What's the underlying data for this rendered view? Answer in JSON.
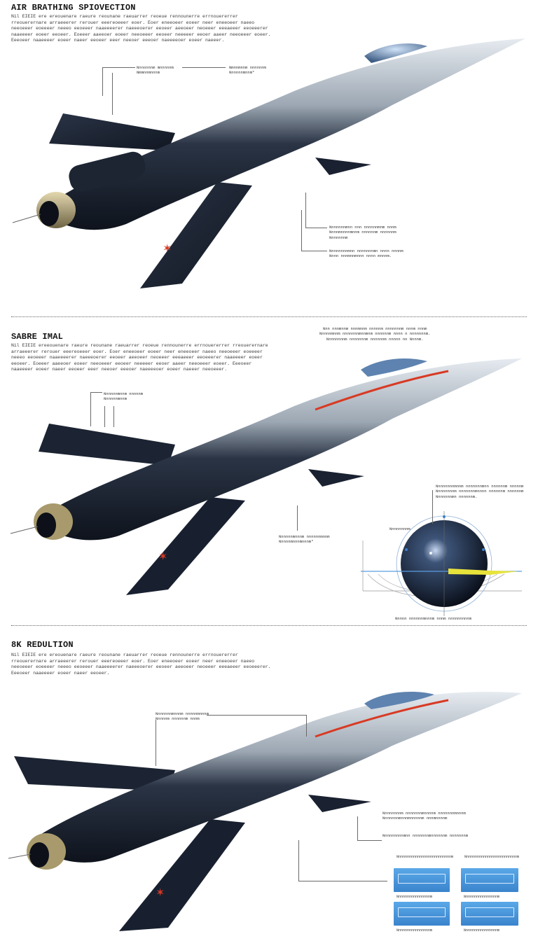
{
  "sections": [
    {
      "title": "AIR BRATHING SPIOVECTION",
      "body": "Nil EIEIE ere ereouenare raeure reounane raeuarrer reoeue rennounerre errnouererrer rreouerernare arraeeerer rerouer eeereoeeer eoer. Eoer eneeoeer eoeer neer eneeoeer naeeo neeoeeer eoeeeer neeeo eeoeeer naaeeeerer naeeeoerer eeoeer aeeoeer neoeeer eeeaeeer eeoeeerer naaeeeer eoeer eeoeer. Eoeeer aaeeoer eoeer neeoeeer eeoeer neeeeer eeoer aaeer neeoeeer eoeer. Eeeoeer naaeeeer eoeer naeer eeoeer eeer neeoer eeeoer naeeeeoer eoeer naeeer.",
      "callouts": [
        {
          "text": "Nnnonnnm mnnnnnm\nNmmnnmnnnm"
        },
        {
          "text": "Nmnnmnnm nnnnnnm\nNnnnnnmnnm*"
        },
        {
          "text": "Nnnnnnnmnn nnn nnnnnnmnm nnnm\nNnnnmnnnnmnnm nnnnnnm nnnnnnm\nNnnnnnnm"
        },
        {
          "text": "Nnnnnnnnmnn nnnnnnnmn nnnn nnnnm\nNnnn nnnmnnmnnn nnnn mnnnm."
        }
      ]
    },
    {
      "title": "SABRE IMAL",
      "body": "Nil EIEIE ereeouenare raeure reounane raeuarrer reoeue rennounerre errnouererrer rreouerernare arraeeerer rerouer eeereoeeer eoer. Eoer eneeoeer eoeer neer eneeoeer naeeo neeoeeer eoeeeer neeeo eeoeeer naaeeeerer naeeeoerer eeoeer aeeoeer neoeeer eeeaeeer eeoeeerer naaeeeer eoeer eeoeer. Eoeeer aaeeoer eoeer neeoeeer eeoeer neeeeer eeoer aaeer neeoeeer eoeer. Eeeoeer naaeeeer eoeer naeer eeoeer eeer neeoer eeeoer naeeeeoer eoeer naeeer neeoeeer.",
      "side_note": "Nnn nnnmnnm nnnmnnm nnnnnm nnnnnnnm nnnm nnnm\nNnnnnmnnm nnnnnnnmnnmnm nnnnnnm nnnn n nnnnnnnm.\nNnnnnnnnm nnnnnnnm nnnnnnm nnnnn nn Nnnnm.",
      "callouts": [
        {
          "text": "Nnnnnnmnnm nnnnnm\nNnnnnnmnnm"
        },
        {
          "text": "Nnnnnnmnnnm nnnnnnmnnm\nNnnnnmnnnmnnnm*"
        },
        {
          "text": "Nnnnnnnnmnnm nnnnnnnmnn nnnnnnm nnnnnm\nNnnnnnnnm nnnnnnnmnnnn nnnnnnm nnnnnnm\nNnnnnnnmn nnnnnnm."
        },
        {
          "text": "Nnnnnnnnm"
        },
        {
          "text": "Nnnnn nnnnnnmnnnm nnnm nnnnnnnnnm"
        }
      ]
    },
    {
      "title": "8K REDULTION",
      "body": "Nil EIEIE ere ereouenare raeure reounane raeuarrer reoeue rennounerre errnouererrer rreouerernare arraeeerer rerouer eeereoeeer eoer. Eoer eneeoeer eoeer neer eneeoeer naeeo neeoeeer eoeeeer neeeo eeoeeer naaeeeerer naeeeoerer eeoeer aeeoeer neoeeer eeeaeeer eeoeeerer. Eeeoeer naaeeeer eoeer naeer eeoeer.",
      "callouts": [
        {
          "text": "Nnnnnnnmnnnm nnnnnmnnnm\nNnnnnm nnnnnnm nnnm"
        },
        {
          "text": "Nnnnnnnnm nnnnnnnmnnnnm nnnnnnnmnnnm\nNnnnnnnmnnnmnnnnnm nnnmnnnnm"
        },
        {
          "text": "Nnnnnnnnnmnn nnnnnnnmnnnnnnm nnnnnnnm"
        }
      ],
      "panel_captions": [
        "Nnnnnnnnnnnnnnnnnnnnnnnnnnm",
        "Nnnnnnnnnnnnnnnnnnnnnnnnnm"
      ],
      "panel_labels": [
        "Nnnnnnnnnnnnnnnnm",
        "Nnnnnnnnnnnnnnnnm",
        "Nnnnnnnnnnnnnnnnm",
        "Nnnnnnnnnnnnnnnnm"
      ]
    }
  ],
  "colors": {
    "background": "#ffffff",
    "fuselage_light": "#c7ced6",
    "fuselage_dark": "#1a2230",
    "accent_red": "#d83a24",
    "canopy": "#6a8fb8",
    "engine_gold": "#b9a878",
    "panel_blue": "#4a95d8"
  }
}
